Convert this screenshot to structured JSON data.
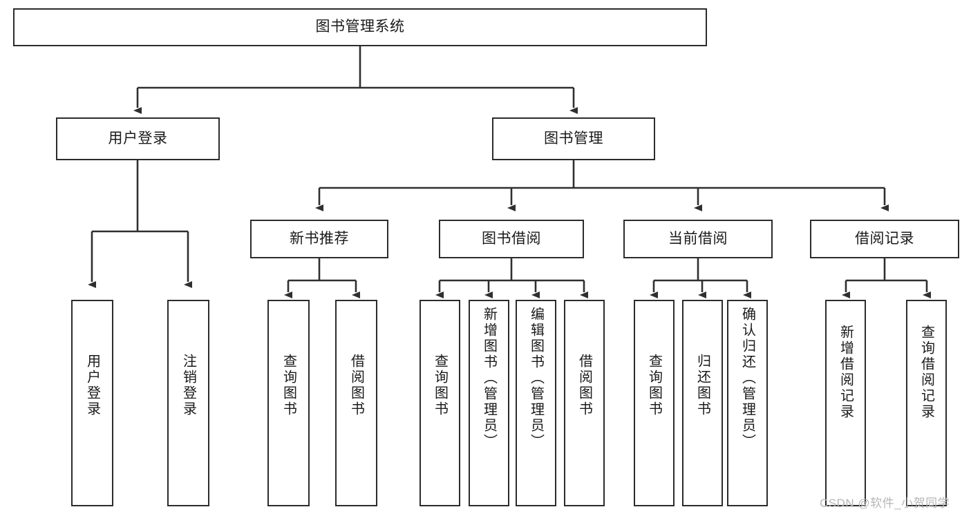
{
  "diagram": {
    "title": "图书管理系统",
    "type": "tree-hierarchy",
    "orientation": "top-down",
    "colors": {
      "box_border": "#2b2b2b",
      "box_fill": "#ffffff",
      "edge": "#333333",
      "text": "#1a1a1a",
      "watermark": "#b6b6b6",
      "background": "#ffffff"
    },
    "nodes": {
      "root": {
        "label": "图书管理系统"
      },
      "level2": [
        {
          "label": "用户登录"
        },
        {
          "label": "图书管理"
        }
      ],
      "level3": [
        {
          "label": "新书推荐"
        },
        {
          "label": "图书借阅"
        },
        {
          "label": "当前借阅"
        },
        {
          "label": "借阅记录"
        }
      ],
      "leaves": {
        "user_login": [
          {
            "label": "用户登录"
          },
          {
            "label": "注销登录"
          }
        ],
        "new_book_recommend": [
          {
            "label": "查询图书"
          },
          {
            "label": "借阅图书"
          }
        ],
        "book_borrow": [
          {
            "label": "查询图书"
          },
          {
            "label": "新增图书（管理员）"
          },
          {
            "label": "编辑图书（管理员）"
          },
          {
            "label": "借阅图书"
          }
        ],
        "current_borrow": [
          {
            "label": "查询图书"
          },
          {
            "label": "归还图书"
          },
          {
            "label": "确认归还（管理员）"
          }
        ],
        "borrow_record": [
          {
            "label": "新增借阅记录"
          },
          {
            "label": "查询借阅记录"
          }
        ]
      }
    },
    "watermark": "CSDN @软件_小贺同学"
  }
}
